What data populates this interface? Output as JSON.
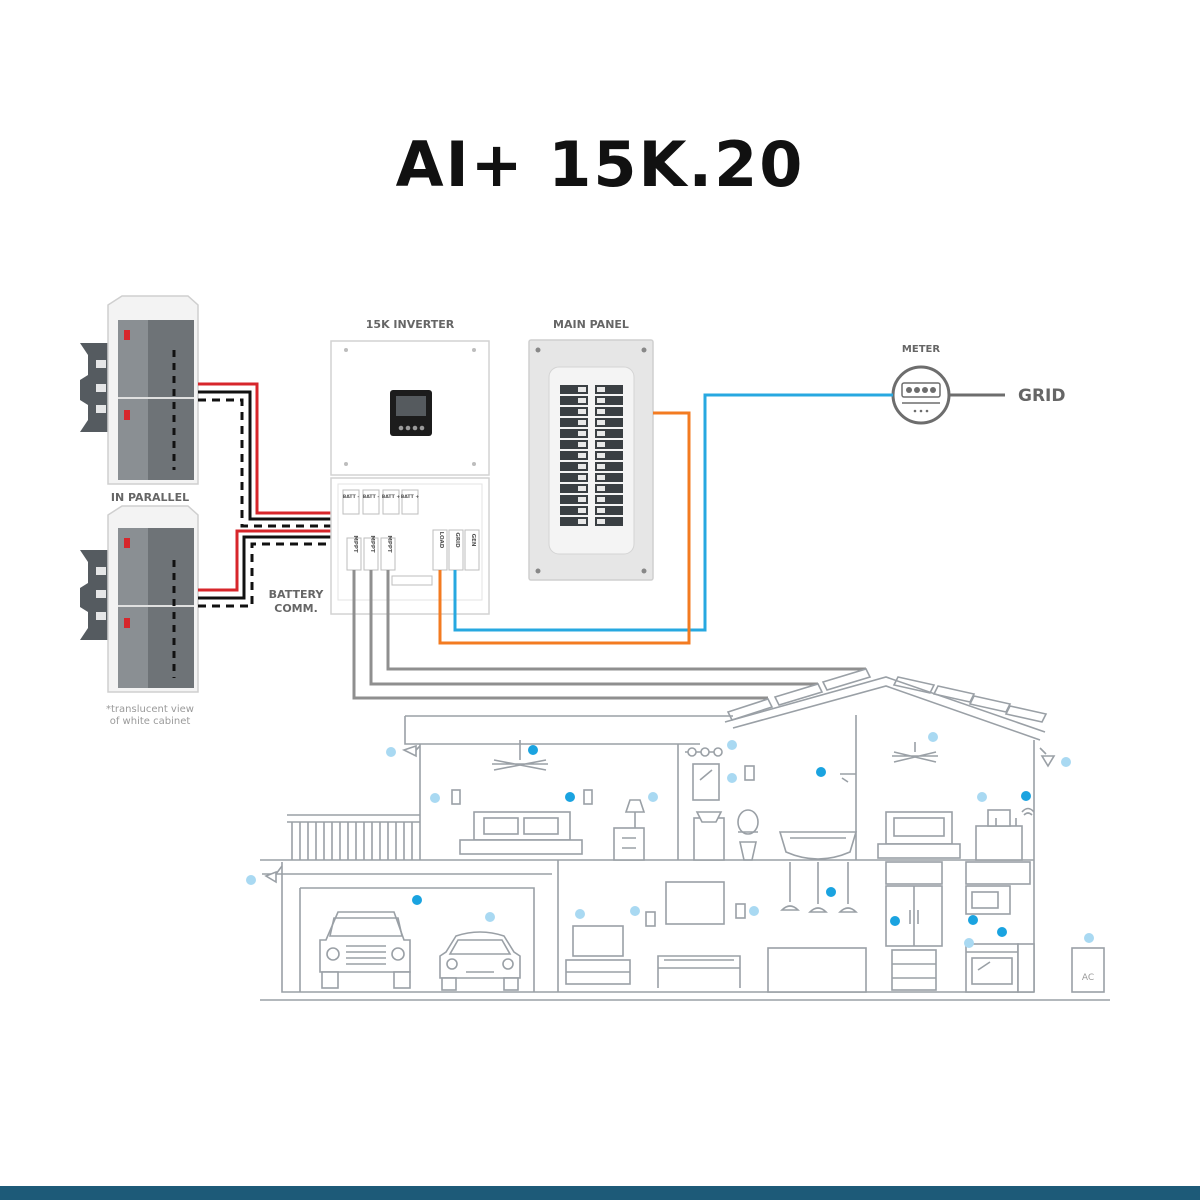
{
  "title": "AI+ 15K.20",
  "labels": {
    "inverter": "15K INVERTER",
    "main_panel": "MAIN PANEL",
    "meter": "METER",
    "grid": "GRID",
    "in_parallel": "IN PARALLEL",
    "battery_comm_1": "BATTERY",
    "battery_comm_2": "COMM.",
    "note_1": "*translucent view",
    "note_2": "of white cabinet",
    "ac": "AC"
  },
  "terminals": {
    "batt": [
      "BATT -",
      "BATT -",
      "BATT +",
      "BATT +"
    ],
    "mppt": [
      "MPPT",
      "MPPT",
      "MPPT"
    ],
    "ports": [
      "LOAD",
      "GRID",
      "GEN"
    ]
  },
  "colors": {
    "wire_red": "#d7262b",
    "wire_black": "#111111",
    "wire_orange": "#f37b21",
    "wire_blue": "#27a8e0",
    "wire_gray": "#8f8f8f",
    "dot_dark": "#1aa3e0",
    "dot_light": "#a9d9f2",
    "footer": "#1d5a78"
  },
  "icons": [
    "battery-cabinet-icon",
    "inverter-icon",
    "breaker-panel-icon",
    "meter-icon",
    "solar-panel-icon",
    "house-icon",
    "jeep-icon",
    "car-icon"
  ]
}
